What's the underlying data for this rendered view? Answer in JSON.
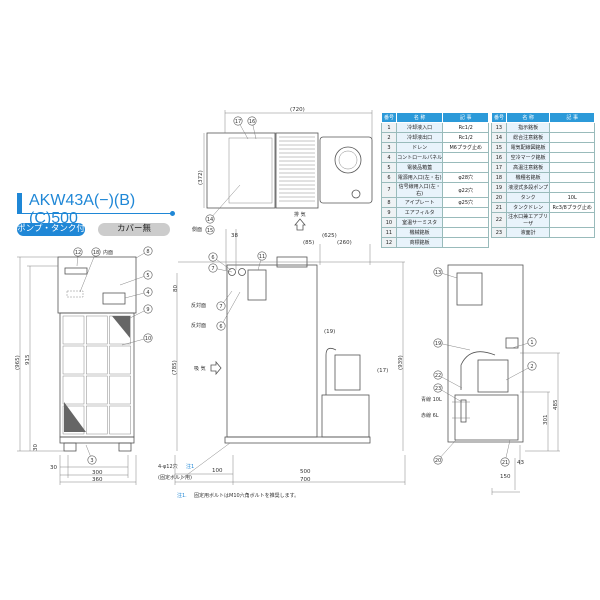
{
  "title": "AKW43A(−)(B)(C)500",
  "badges": {
    "pump_tank": "ポンプ・タンク付",
    "cover": "カバー無"
  },
  "parts_table": {
    "headers": [
      "番号",
      "名 称",
      "記 事"
    ],
    "left": [
      {
        "no": "1",
        "name": "冷却液入口",
        "note": "Rc1/2"
      },
      {
        "no": "2",
        "name": "冷却液出口",
        "note": "Rc1/2"
      },
      {
        "no": "3",
        "name": "ドレン",
        "note": "M6プラグ止め"
      },
      {
        "no": "4",
        "name": "コントロールパネル",
        "note": ""
      },
      {
        "no": "5",
        "name": "電装品箱蓋",
        "note": ""
      },
      {
        "no": "6",
        "name": "電源用入口(左・右)",
        "note": "φ28穴"
      },
      {
        "no": "7",
        "name": "信号線用入口(左・右)",
        "note": "φ22穴"
      },
      {
        "no": "8",
        "name": "アイプレート",
        "note": "φ25穴"
      },
      {
        "no": "9",
        "name": "エアフィルタ",
        "note": ""
      },
      {
        "no": "10",
        "name": "室温サーミスタ",
        "note": ""
      },
      {
        "no": "11",
        "name": "機械銘板",
        "note": ""
      },
      {
        "no": "12",
        "name": "商標銘板",
        "note": ""
      }
    ],
    "right": [
      {
        "no": "13",
        "name": "指示銘板",
        "note": ""
      },
      {
        "no": "14",
        "name": "総合注意銘板",
        "note": ""
      },
      {
        "no": "15",
        "name": "電気配線図銘板",
        "note": ""
      },
      {
        "no": "16",
        "name": "空冷マーク銘板",
        "note": ""
      },
      {
        "no": "17",
        "name": "高温注意銘板",
        "note": ""
      },
      {
        "no": "18",
        "name": "機種名銘板",
        "note": ""
      },
      {
        "no": "19",
        "name": "液浸式多段ポンプ",
        "note": ""
      },
      {
        "no": "20",
        "name": "タンク",
        "note": "10L"
      },
      {
        "no": "21",
        "name": "タンクドレン",
        "note": "Rc3/8プラグ止め"
      },
      {
        "no": "22",
        "name": "注水口兼エアブリーザ",
        "note": ""
      },
      {
        "no": "23",
        "name": "液面計",
        "note": ""
      }
    ]
  },
  "callouts": {
    "top": [
      "17",
      "16",
      "14",
      "15"
    ],
    "front": [
      "12",
      "18",
      "8",
      "5",
      "4",
      "9",
      "10",
      "3"
    ],
    "side": [
      "6",
      "7",
      "11",
      "7",
      "6"
    ],
    "rear": [
      "13",
      "19",
      "1",
      "2",
      "22",
      "23",
      "20",
      "21"
    ]
  },
  "labels": {
    "side_face": "側面",
    "inside": "内面",
    "exhaust": "排 気",
    "intake": "吸 気",
    "opposite_face": "反対面",
    "blue_line": "青線 10L",
    "red_line": "赤線 6L",
    "hole_note": "4-φ12穴",
    "note_ref": "注1",
    "bolt_use": "(固定ボルト用)",
    "footnote_ref": "注1.",
    "footnote": "固定用ボルトはM10六角ボルトを推奨します。"
  },
  "dimensions": {
    "top": {
      "width": "(720)",
      "depth": "(372)"
    },
    "front": {
      "height_total": "(965)",
      "height_body": "915",
      "base_h": "30",
      "offset": "30",
      "foot_pitch": "300",
      "width": "360"
    },
    "side": {
      "d38": "38",
      "d625": "(625)",
      "d85": "(85)",
      "d260": "(260)",
      "d80": "80",
      "d785": "(785)",
      "d19": "(19)",
      "d17": "(17)",
      "d939": "(939)",
      "d100": "100",
      "d500": "500",
      "d700": "700"
    },
    "rear": {
      "d485": "485",
      "d301": "301",
      "d43": "43",
      "d150": "150"
    }
  },
  "colors": {
    "accent": "#1f87d6",
    "table_header": "#2c9ad9"
  }
}
